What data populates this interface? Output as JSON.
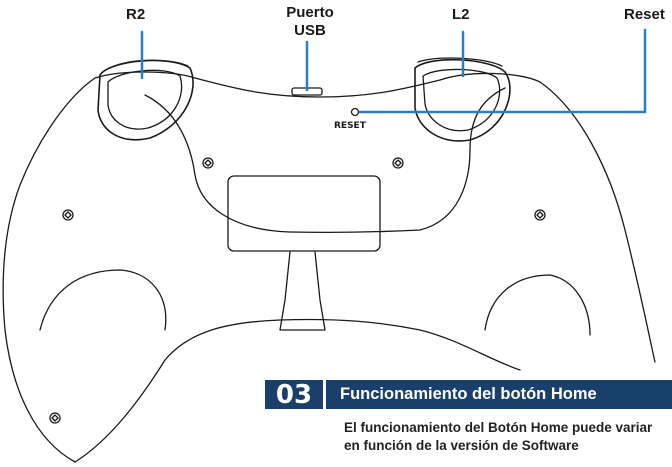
{
  "callouts": {
    "r2": "R2",
    "usb_line1": "Puerto",
    "usb_line2": "USB",
    "l2": "L2",
    "reset": "Reset"
  },
  "device_print": {
    "reset": "RESET"
  },
  "section": {
    "number": "03",
    "title": "Funcionamiento del botón Home",
    "body": "El funcionamiento del Botón Home puede variar en función de la versión de Software"
  },
  "colors": {
    "accent": "#2a7fc4",
    "section_bar": "#1a3f6b"
  }
}
